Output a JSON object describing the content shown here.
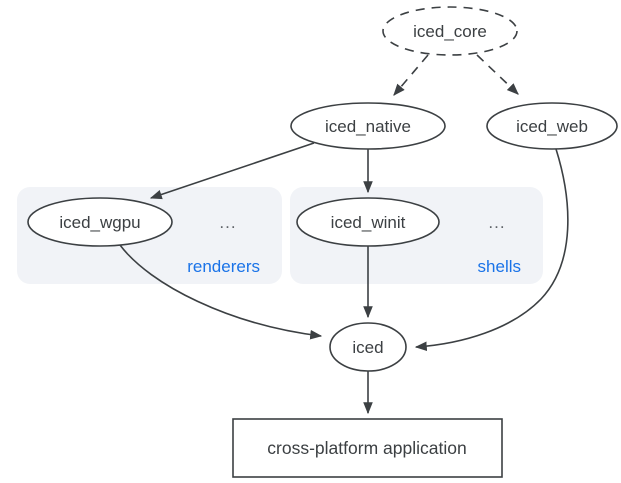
{
  "diagram": {
    "nodes": {
      "core": {
        "label": "iced_core"
      },
      "native": {
        "label": "iced_native"
      },
      "web": {
        "label": "iced_web"
      },
      "wgpu": {
        "label": "iced_wgpu"
      },
      "winit": {
        "label": "iced_winit"
      },
      "iced": {
        "label": "iced"
      },
      "app": {
        "label": "cross-platform application"
      }
    },
    "groups": {
      "renderers": {
        "label": "renderers",
        "ellipsis": "..."
      },
      "shells": {
        "label": "shells",
        "ellipsis": "..."
      }
    },
    "edges": [
      {
        "from": "iced_core",
        "to": "iced_native",
        "style": "dashed"
      },
      {
        "from": "iced_core",
        "to": "iced_web",
        "style": "dashed"
      },
      {
        "from": "iced_native",
        "to": "iced_wgpu",
        "style": "solid"
      },
      {
        "from": "iced_native",
        "to": "iced_winit",
        "style": "solid"
      },
      {
        "from": "iced_winit",
        "to": "iced",
        "style": "solid"
      },
      {
        "from": "iced_wgpu",
        "to": "iced",
        "style": "solid"
      },
      {
        "from": "iced_web",
        "to": "iced",
        "style": "solid"
      },
      {
        "from": "iced",
        "to": "cross-platform application",
        "style": "solid"
      }
    ],
    "colors": {
      "edge": "#3c4043",
      "node_stroke": "#3c4043",
      "node_fill": "#ffffff",
      "text": "#3c4043",
      "ellipsis": "#5f6368",
      "group_fill": "#f1f3f7",
      "group_label": "#1a73e8",
      "background": "#ffffff"
    }
  }
}
